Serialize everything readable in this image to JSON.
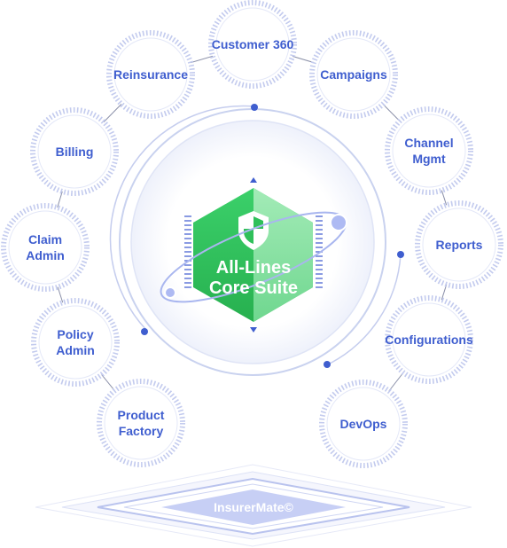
{
  "core": {
    "line1": "All-Lines",
    "line2": "Core Suite"
  },
  "platform": {
    "label": "InsurerMate©"
  },
  "modules": [
    {
      "lines": [
        "Customer 360"
      ]
    },
    {
      "lines": [
        "Campaigns"
      ]
    },
    {
      "lines": [
        "Channel",
        "Mgmt"
      ]
    },
    {
      "lines": [
        "Reports"
      ]
    },
    {
      "lines": [
        "Configurations"
      ]
    },
    {
      "lines": [
        "DevOps"
      ]
    },
    {
      "lines": [
        "Product",
        "Factory"
      ]
    },
    {
      "lines": [
        "Policy",
        "Admin"
      ]
    },
    {
      "lines": [
        "Claim",
        "Admin"
      ]
    },
    {
      "lines": [
        "Billing"
      ]
    },
    {
      "lines": [
        "Reinsurance"
      ]
    }
  ],
  "colors": {
    "accent": "#3f5ecf",
    "ring": "#c9d2ef",
    "hexDark": "#2fc05a",
    "hexLight": "#8fe3a6",
    "platform": "#c7cff5"
  },
  "icons": {
    "core": "shield-icon"
  }
}
